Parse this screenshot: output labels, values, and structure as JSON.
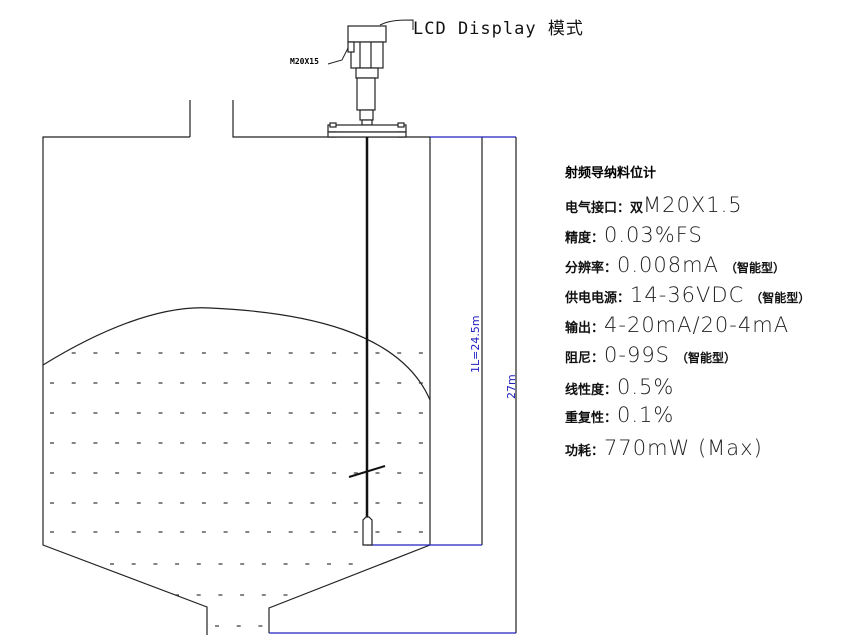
{
  "diagram": {
    "lcd_label": "LCD Display 模式",
    "thread_label": "M20X15",
    "dim_probe_length": "1L=24.5m",
    "dim_tank_height": "27m",
    "colors": {
      "line": "#222222",
      "dimension": "#2020c0"
    }
  },
  "specs": {
    "title": "射频导纳料位计",
    "rows": [
      {
        "label": "电气接口：双",
        "value": "M20X1.5",
        "note": ""
      },
      {
        "label": "精度：",
        "value": "0.03%FS",
        "note": ""
      },
      {
        "label": "分辨率：",
        "value": "0.008mA",
        "note": "（智能型）"
      },
      {
        "label": "供电电源：",
        "value": "14-36VDC",
        "note": "（智能型）"
      },
      {
        "label": "输出：",
        "value": "4-20mA/20-4mA",
        "note": ""
      },
      {
        "label": "阻尼：",
        "value": "0-99S",
        "note": "（智能型）"
      },
      {
        "label": "线性度：",
        "value": "0.5%",
        "note": ""
      },
      {
        "label": "重复性：",
        "value": "0.1%",
        "note": ""
      },
      {
        "label": "功耗：",
        "value": "770mW (Max)",
        "note": ""
      }
    ]
  }
}
